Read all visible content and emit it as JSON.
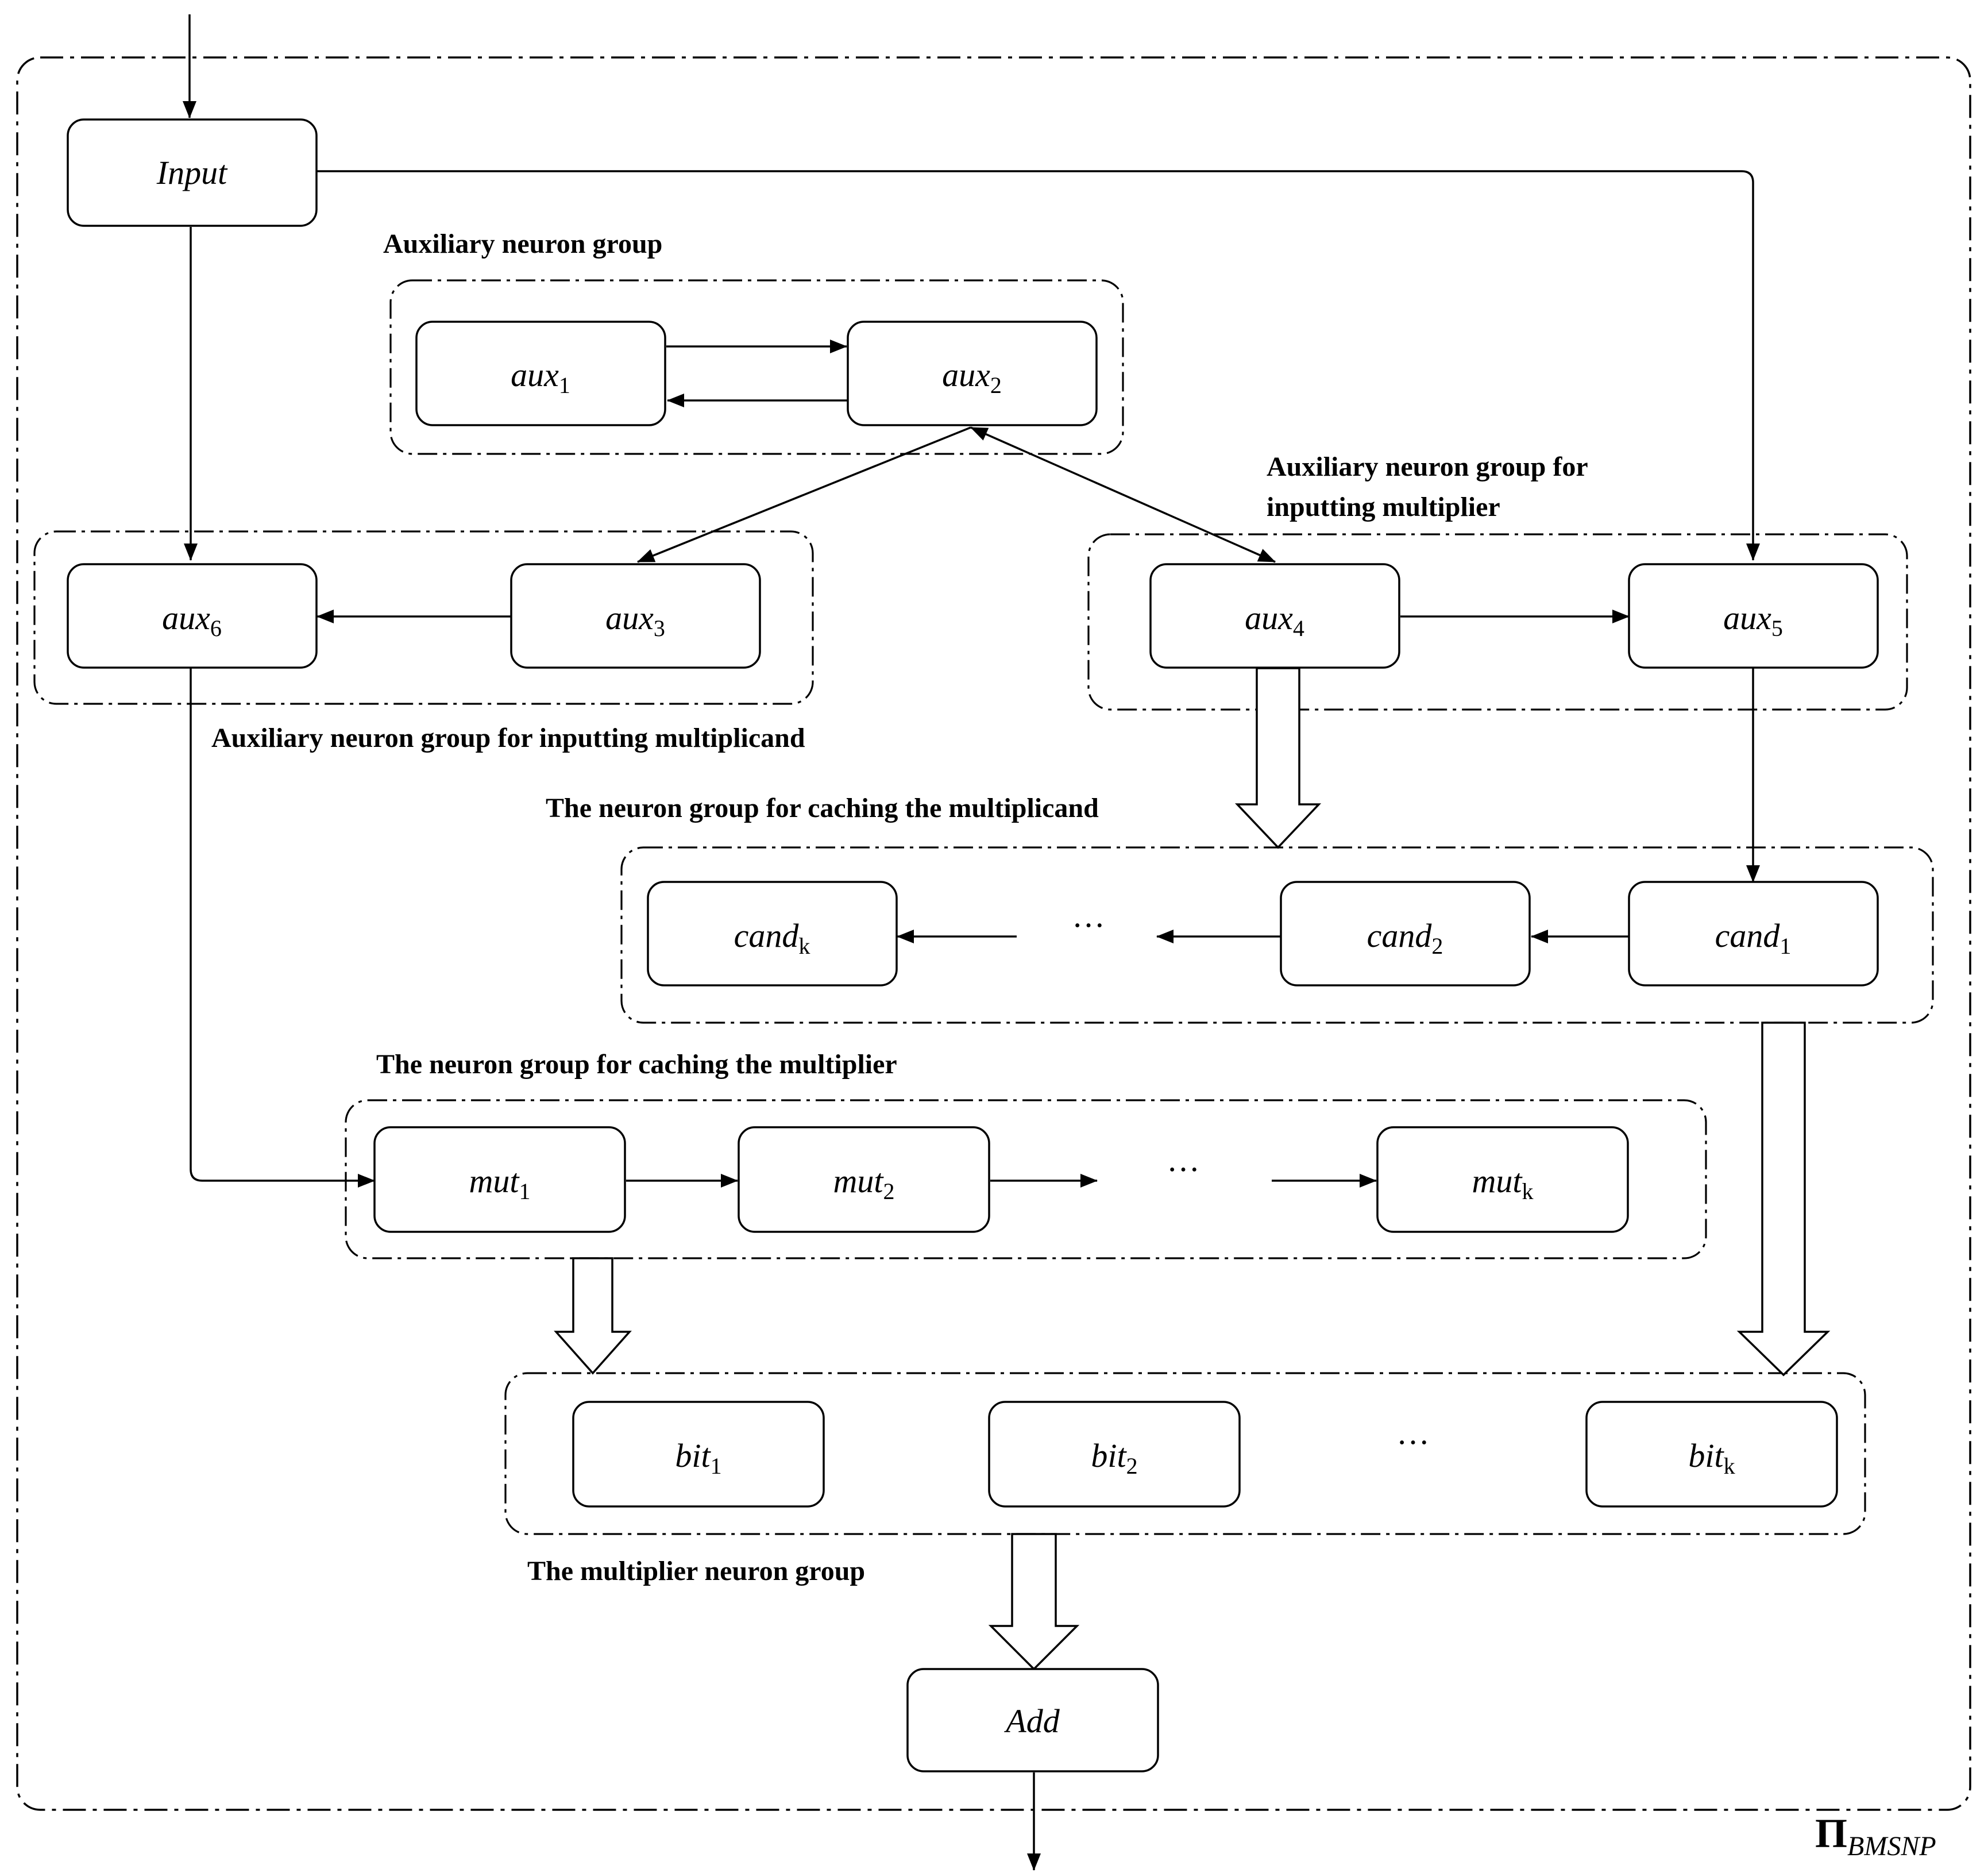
{
  "frame": {
    "pi_symbol": "Π",
    "pi_subscript": "BMSNP"
  },
  "nodes": {
    "input": {
      "base": "Input",
      "sub": ""
    },
    "aux1": {
      "base": "aux",
      "sub": "1"
    },
    "aux2": {
      "base": "aux",
      "sub": "2"
    },
    "aux3": {
      "base": "aux",
      "sub": "3"
    },
    "aux4": {
      "base": "aux",
      "sub": "4"
    },
    "aux5": {
      "base": "aux",
      "sub": "5"
    },
    "aux6": {
      "base": "aux",
      "sub": "6"
    },
    "cand_k": {
      "base": "cand",
      "sub": "k"
    },
    "cand2": {
      "base": "cand",
      "sub": "2"
    },
    "cand1": {
      "base": "cand",
      "sub": "1"
    },
    "mut1": {
      "base": "mut",
      "sub": "1"
    },
    "mut2": {
      "base": "mut",
      "sub": "2"
    },
    "mut_k": {
      "base": "mut",
      "sub": "k"
    },
    "bit1": {
      "base": "bit",
      "sub": "1"
    },
    "bit2": {
      "base": "bit",
      "sub": "2"
    },
    "bit_k": {
      "base": "bit",
      "sub": "k"
    },
    "add": {
      "base": "Add",
      "sub": ""
    }
  },
  "groups": {
    "auxiliary": "Auxiliary neuron group",
    "multiplier_input_line1": "Auxiliary neuron group for",
    "multiplier_input_line2": "inputting multiplier",
    "multiplicand_input": "Auxiliary neuron group for inputting multiplicand",
    "caching_multiplicand": "The neuron group for caching the multiplicand",
    "caching_multiplier": "The neuron group for caching the multiplier",
    "multiplier_group": "The multiplier neuron group"
  },
  "ellipsis": "···"
}
